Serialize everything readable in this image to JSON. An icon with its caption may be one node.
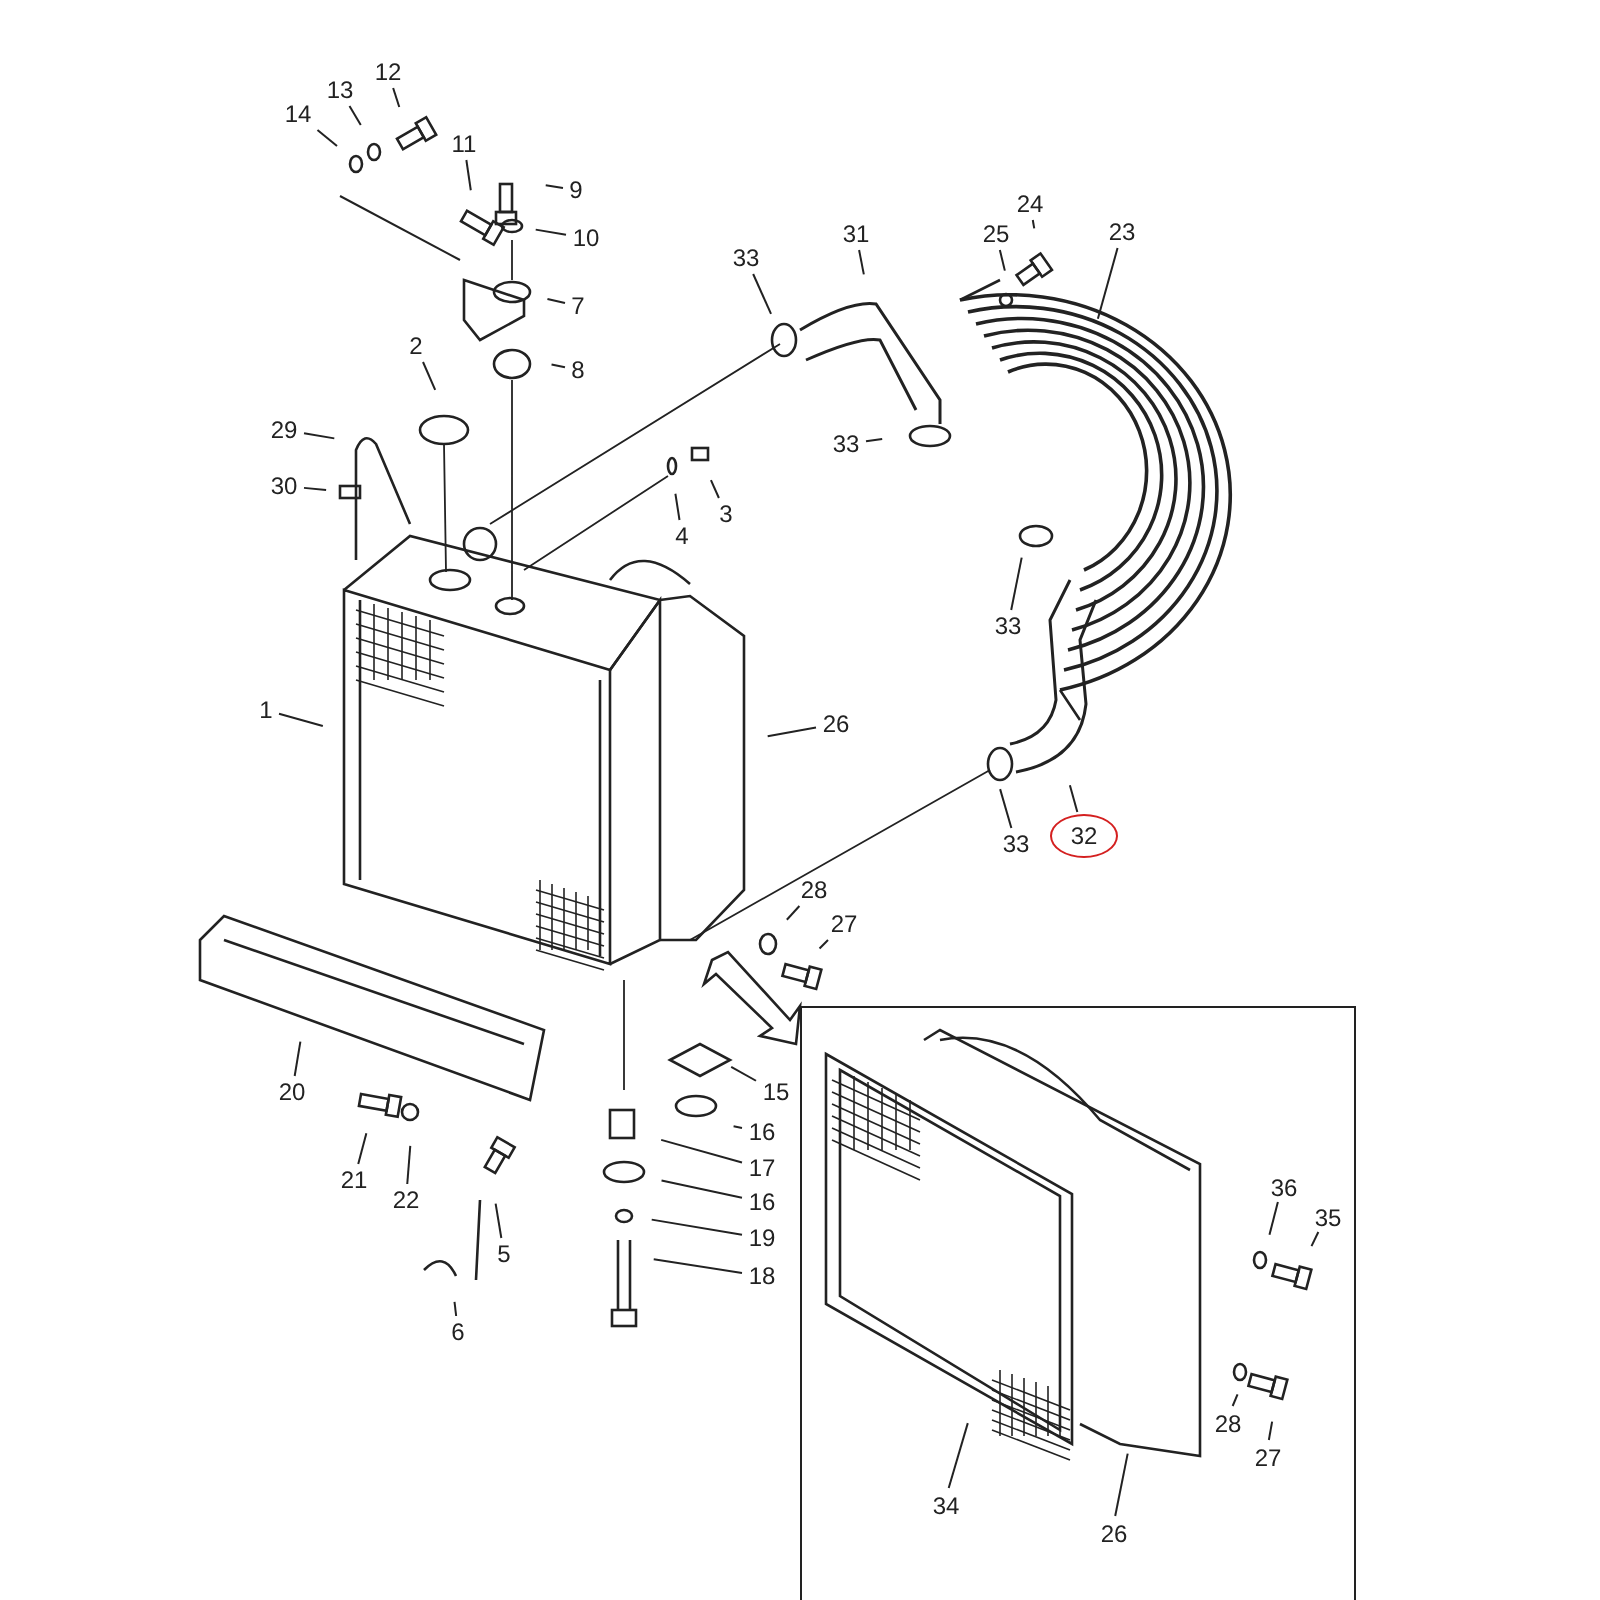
{
  "diagram": {
    "nodes": [
      {
        "text": [
          "12"
        ]
      },
      {
        "text": [
          "13"
        ]
      },
      {
        "text": [
          "14"
        ]
      },
      {
        "text": [
          "11"
        ]
      },
      {
        "text": [
          "9"
        ]
      },
      {
        "text": [
          "10"
        ]
      },
      {
        "text": [
          "7"
        ]
      },
      {
        "text": [
          "8"
        ]
      },
      {
        "text": [
          "2"
        ]
      },
      {
        "text": [
          "29"
        ]
      },
      {
        "text": [
          "30"
        ]
      },
      {
        "text": [
          "33"
        ]
      },
      {
        "text": [
          "31"
        ]
      },
      {
        "text": [
          "25"
        ]
      },
      {
        "text": [
          "24"
        ]
      },
      {
        "text": [
          "23"
        ]
      },
      {
        "text": [
          "33"
        ]
      },
      {
        "text": [
          "4"
        ]
      },
      {
        "text": [
          "3"
        ]
      },
      {
        "text": [
          "33"
        ]
      },
      {
        "text": [
          "1"
        ]
      },
      {
        "text": [
          "26"
        ]
      },
      {
        "text": [
          "32"
        ]
      },
      {
        "text": [
          "33"
        ]
      },
      {
        "text": [
          "28"
        ]
      },
      {
        "text": [
          "27"
        ]
      },
      {
        "text": [
          "20"
        ]
      },
      {
        "text": [
          "15"
        ]
      },
      {
        "text": [
          "16"
        ]
      },
      {
        "text": [
          "21"
        ]
      },
      {
        "text": [
          "22"
        ]
      },
      {
        "text": [
          "17"
        ]
      },
      {
        "text": [
          "16"
        ]
      },
      {
        "text": [
          "5"
        ]
      },
      {
        "text": [
          "19"
        ]
      },
      {
        "text": [
          "18"
        ]
      },
      {
        "text": [
          "6"
        ]
      },
      {
        "text": [],
        "shape": "box"
      },
      {
        "text": [
          "36"
        ],
        "in": 37
      },
      {
        "text": [
          "35"
        ],
        "in": 37
      },
      {
        "text": [
          "28"
        ],
        "in": 37
      },
      {
        "text": [
          "27"
        ],
        "in": 37
      },
      {
        "text": [
          "34"
        ],
        "in": 37
      },
      {
        "text": [
          "26"
        ],
        "in": 37
      }
    ],
    "edges": [
      {
        "from": 0,
        "to": null,
        "arrow": "none"
      },
      {
        "from": 1,
        "to": null,
        "arrow": "none"
      },
      {
        "from": 2,
        "to": null,
        "arrow": "none"
      },
      {
        "from": 3,
        "to": null,
        "arrow": "none"
      },
      {
        "from": 4,
        "to": null,
        "arrow": "none"
      },
      {
        "from": 5,
        "to": null,
        "arrow": "none"
      },
      {
        "from": 6,
        "to": null,
        "arrow": "none"
      },
      {
        "from": 7,
        "to": null,
        "arrow": "none"
      },
      {
        "from": 8,
        "to": null,
        "arrow": "none"
      },
      {
        "from": 9,
        "to": null,
        "arrow": "none"
      },
      {
        "from": 10,
        "to": null,
        "arrow": "none"
      },
      {
        "from": 11,
        "to": null,
        "arrow": "none"
      },
      {
        "from": 12,
        "to": null,
        "arrow": "none"
      },
      {
        "from": 13,
        "to": null,
        "arrow": "none"
      },
      {
        "from": 14,
        "to": null,
        "arrow": "none"
      },
      {
        "from": 15,
        "to": null,
        "arrow": "none"
      },
      {
        "from": 16,
        "to": null,
        "arrow": "none"
      },
      {
        "from": 17,
        "to": null,
        "arrow": "none"
      },
      {
        "from": 18,
        "to": null,
        "arrow": "none"
      },
      {
        "from": 19,
        "to": null,
        "arrow": "none"
      },
      {
        "from": 20,
        "to": null,
        "arrow": "none"
      },
      {
        "from": 21,
        "to": null,
        "arrow": "none"
      },
      {
        "from": 22,
        "to": null,
        "arrow": "none"
      },
      {
        "from": 23,
        "to": null,
        "arrow": "none"
      },
      {
        "from": 24,
        "to": null,
        "arrow": "none"
      },
      {
        "from": 25,
        "to": null,
        "arrow": "none"
      },
      {
        "from": 26,
        "to": null,
        "arrow": "none"
      },
      {
        "from": 27,
        "to": null,
        "arrow": "none"
      },
      {
        "from": 28,
        "to": null,
        "arrow": "none"
      },
      {
        "from": 29,
        "to": null,
        "arrow": "none"
      },
      {
        "from": 30,
        "to": null,
        "arrow": "none"
      },
      {
        "from": 31,
        "to": null,
        "arrow": "none"
      },
      {
        "from": 32,
        "to": null,
        "arrow": "none"
      },
      {
        "from": 33,
        "to": null,
        "arrow": "none"
      },
      {
        "from": 34,
        "to": null,
        "arrow": "none"
      },
      {
        "from": 35,
        "to": null,
        "arrow": "none"
      },
      {
        "from": 36,
        "to": null,
        "arrow": "none"
      },
      {
        "from": 38,
        "to": null,
        "arrow": "none"
      },
      {
        "from": 39,
        "to": null,
        "arrow": "none"
      },
      {
        "from": 40,
        "to": null,
        "arrow": "none"
      },
      {
        "from": 41,
        "to": null,
        "arrow": "none"
      },
      {
        "from": 42,
        "to": null,
        "arrow": "none"
      },
      {
        "from": 43,
        "to": null,
        "arrow": "none"
      }
    ]
  }
}
